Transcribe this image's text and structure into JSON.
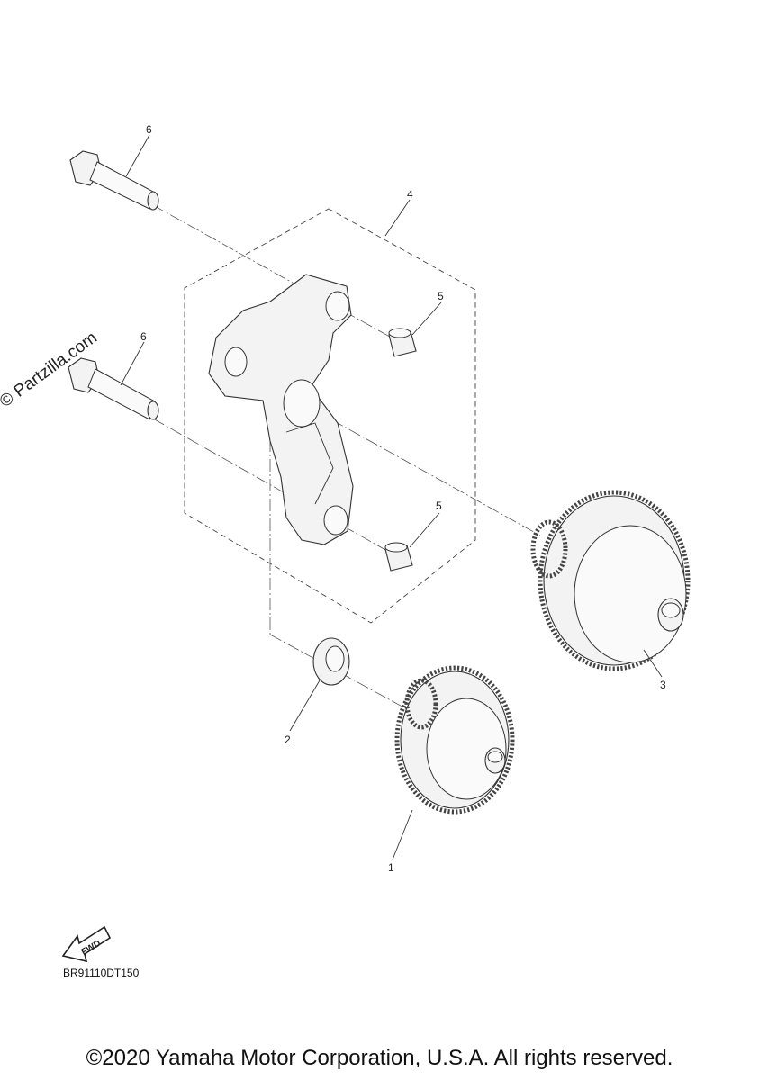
{
  "watermark": "© Partzilla.com",
  "diagram_code": "BR91110DT150",
  "copyright": "©2020 Yamaha Motor Corporation, U.S.A. All rights reserved.",
  "fwd_label": "FWD",
  "callouts": {
    "c1": "1",
    "c2": "2",
    "c3": "3",
    "c4": "4",
    "c5a": "5",
    "c5b": "5",
    "c6a": "6",
    "c6b": "6"
  }
}
